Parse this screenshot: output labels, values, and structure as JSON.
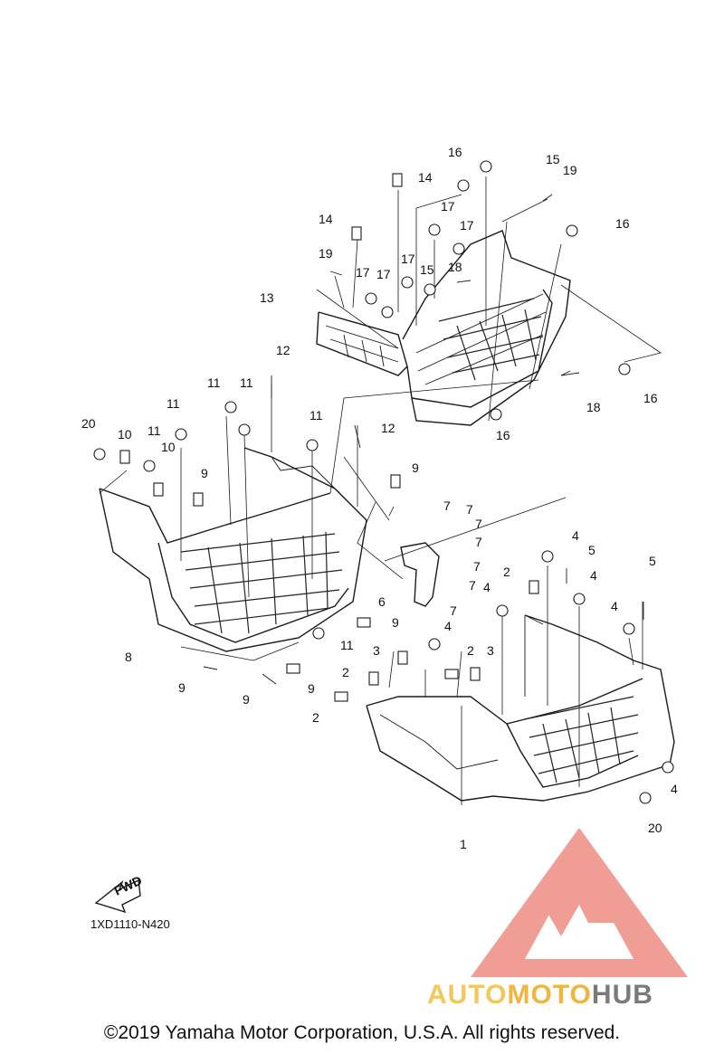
{
  "diagram": {
    "drawing_code": "1XD1110-N420",
    "fwd_label": "FWD",
    "callouts": [
      "16",
      "15",
      "19",
      "14",
      "16",
      "14",
      "17",
      "17",
      "19",
      "17",
      "17",
      "17",
      "15",
      "18",
      "13",
      "18",
      "16",
      "16",
      "12",
      "11",
      "11",
      "11",
      "11",
      "12",
      "20",
      "10",
      "11",
      "9",
      "10",
      "9",
      "7",
      "7",
      "7",
      "7",
      "7",
      "7",
      "6",
      "7",
      "4",
      "5",
      "2",
      "4",
      "5",
      "4",
      "4",
      "9",
      "8",
      "11",
      "9",
      "9",
      "9",
      "3",
      "2",
      "3",
      "4",
      "2",
      "2",
      "4",
      "20",
      "1"
    ]
  },
  "watermark": {
    "brand_part1": "AUTO",
    "brand_part2": "MOTO",
    "brand_part3": "HUB",
    "colors": {
      "triangle": "#ee8c84",
      "auto": "#f3c75a",
      "moto": "#f0b53c",
      "hub": "#7a7a7a"
    }
  },
  "footer": {
    "copyright": "©2019 Yamaha Motor Corporation, U.S.A. All rights reserved."
  }
}
